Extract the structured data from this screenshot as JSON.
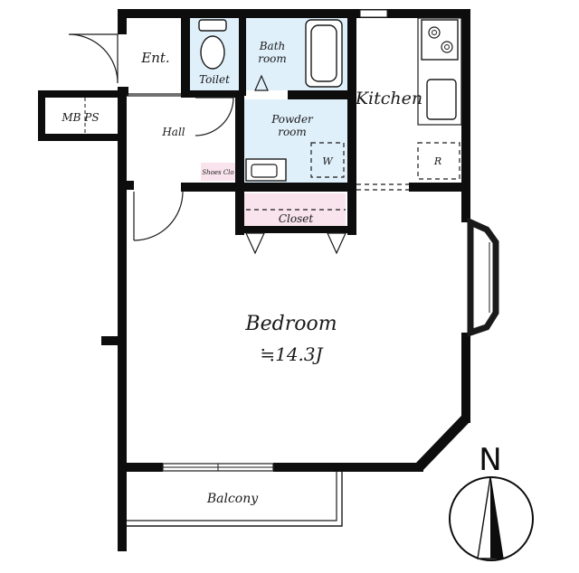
{
  "rooms": {
    "entrance": "Ent.",
    "toilet": "Toilet",
    "bath_line1": "Bath",
    "bath_line2": "room",
    "kitchen": "Kitchen",
    "mb_ps": "MB PS",
    "hall": "Hall",
    "powder_line1": "Powder",
    "powder_line2": "room",
    "washer": "W",
    "refrigerator": "R",
    "shoes_closet": "Shoes Clo",
    "closet": "Closet",
    "bedroom": "Bedroom",
    "bedroom_size": "≒14.3J",
    "balcony": "Balcony"
  },
  "compass": {
    "north": "N"
  },
  "colors": {
    "wet_area": "#dff0fb",
    "closet": "#f9e3ec",
    "wall": "#0d0d0d"
  }
}
